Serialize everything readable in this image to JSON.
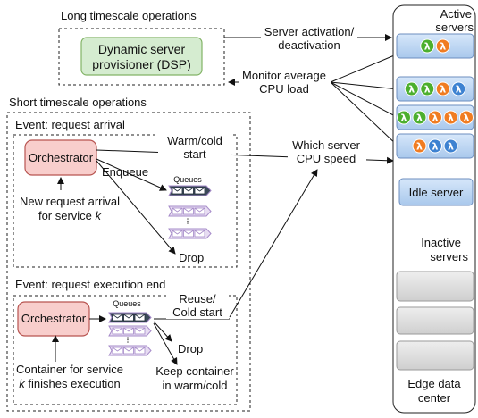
{
  "long_timescale": {
    "title": "Long timescale operations",
    "dsp_line1": "Dynamic server",
    "dsp_line2": "provisioner (DSP)"
  },
  "edges": {
    "activation_line1": "Server activation/",
    "activation_line2": "deactivation",
    "monitor_line1": "Monitor average",
    "monitor_line2": "CPU load",
    "warm_cold_line1": "Warm/cold",
    "warm_cold_line2": "start",
    "which_server_line1": "Which server",
    "which_server_line2": "CPU speed",
    "reuse_line1": "Reuse/",
    "reuse_line2": "Cold start"
  },
  "short_timescale": {
    "title": "Short timescale operations",
    "event1": {
      "title": "Event: request arrival",
      "orchestrator": "Orchestrator",
      "enqueue": "Enqueue",
      "queues": "Queues",
      "arrival_line1": "New request arrival",
      "arrival_line2_prefix": "for service ",
      "arrival_line2_var": "k",
      "drop": "Drop"
    },
    "event2": {
      "title": "Event: request execution end",
      "orchestrator": "Orchestrator",
      "queues": "Queues",
      "drop": "Drop",
      "keep_line1": "Keep container",
      "keep_line2": "in warm/cold",
      "container_line1": "Container for service",
      "container_line2_var": "k",
      "container_line2_suffix": " finishes execution"
    }
  },
  "edge_dc": {
    "active_line1": "Active",
    "active_line2": "servers",
    "idle_server": "Idle server",
    "inactive_line1": "Inactive",
    "inactive_line2": "servers",
    "footer_line1": "Edge data",
    "footer_line2": "center",
    "lambda_symbol": "λ",
    "servers": [
      {
        "functions": [
          "green",
          "orange"
        ]
      },
      {
        "functions": [
          "green",
          "green",
          "orange",
          "blue"
        ]
      },
      {
        "functions": [
          "green",
          "green",
          "orange",
          "orange",
          "orange"
        ]
      },
      {
        "functions": [
          "orange",
          "blue",
          "blue"
        ]
      }
    ]
  },
  "colors": {
    "dsp_fill": "#d5ecd0",
    "dsp_stroke": "#82b366",
    "orch_fill": "#f8cecc",
    "orch_stroke": "#b85450",
    "server_fill": "#b7d3f0",
    "server_stroke": "#6c8ebf",
    "inactive_fill": "#dcdcdc",
    "queue_dark": "#3c4a5a",
    "queue_purple": "#a68bc9",
    "lambda_green": "#4caf2e",
    "lambda_orange": "#f07c22",
    "lambda_blue": "#3d82d1"
  }
}
